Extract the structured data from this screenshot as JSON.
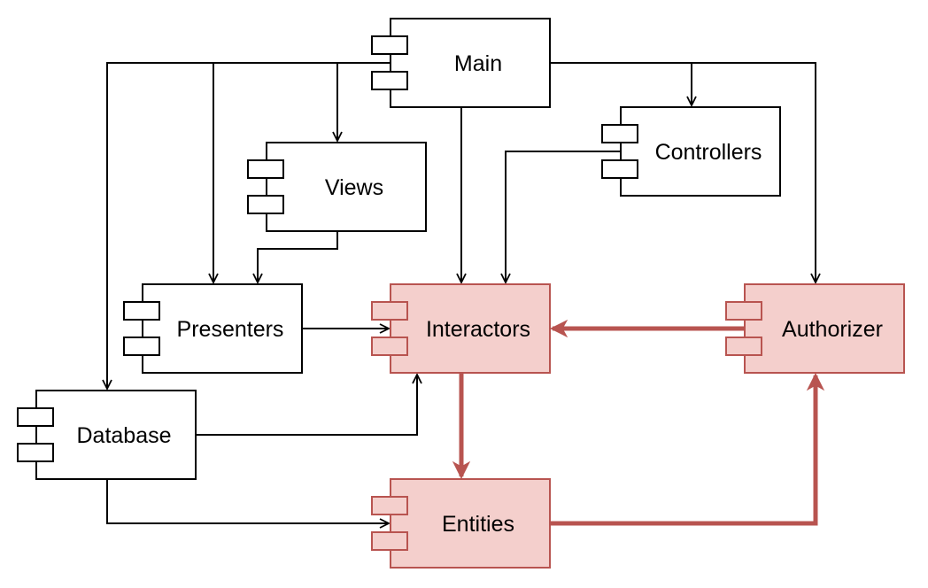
{
  "colors": {
    "plain_fill": "#ffffff",
    "plain_stroke": "#000000",
    "highlight_fill": "#f4cfcc",
    "highlight_stroke": "#b85450",
    "thin_edge": "#000000",
    "thick_edge": "#b85450"
  },
  "components": {
    "main": {
      "label": "Main",
      "highlighted": false
    },
    "controllers": {
      "label": "Controllers",
      "highlighted": false
    },
    "views": {
      "label": "Views",
      "highlighted": false
    },
    "presenters": {
      "label": "Presenters",
      "highlighted": false
    },
    "interactors": {
      "label": "Interactors",
      "highlighted": true
    },
    "authorizer": {
      "label": "Authorizer",
      "highlighted": true
    },
    "database": {
      "label": "Database",
      "highlighted": false
    },
    "entities": {
      "label": "Entities",
      "highlighted": true
    }
  },
  "edges": [
    {
      "from": "main",
      "to": "database",
      "style": "thin"
    },
    {
      "from": "main",
      "to": "presenters",
      "style": "thin"
    },
    {
      "from": "main",
      "to": "views",
      "style": "thin"
    },
    {
      "from": "main",
      "to": "interactors",
      "style": "thin"
    },
    {
      "from": "main",
      "to": "controllers",
      "style": "thin"
    },
    {
      "from": "main",
      "to": "authorizer",
      "style": "thin"
    },
    {
      "from": "controllers",
      "to": "interactors",
      "style": "thin"
    },
    {
      "from": "views",
      "to": "presenters",
      "style": "thin"
    },
    {
      "from": "presenters",
      "to": "interactors",
      "style": "thin"
    },
    {
      "from": "database",
      "to": "interactors",
      "style": "thin"
    },
    {
      "from": "database",
      "to": "entities",
      "style": "thin"
    },
    {
      "from": "authorizer",
      "to": "interactors",
      "style": "thick"
    },
    {
      "from": "interactors",
      "to": "entities",
      "style": "thick"
    },
    {
      "from": "entities",
      "to": "authorizer",
      "style": "thick"
    }
  ]
}
